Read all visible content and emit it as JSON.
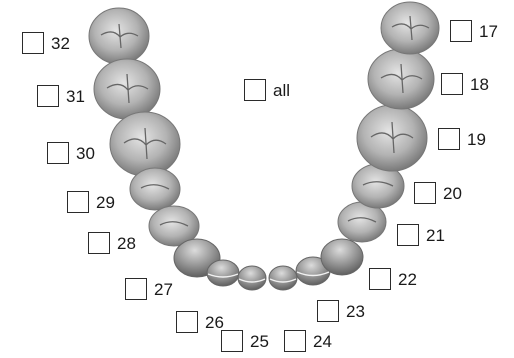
{
  "chart": {
    "all_label": "all",
    "teeth": [
      {
        "num": "32",
        "checked": false
      },
      {
        "num": "31",
        "checked": false
      },
      {
        "num": "30",
        "checked": false
      },
      {
        "num": "29",
        "checked": false
      },
      {
        "num": "28",
        "checked": false
      },
      {
        "num": "27",
        "checked": false
      },
      {
        "num": "26",
        "checked": false
      },
      {
        "num": "25",
        "checked": false
      },
      {
        "num": "24",
        "checked": false
      },
      {
        "num": "23",
        "checked": false
      },
      {
        "num": "22",
        "checked": false
      },
      {
        "num": "21",
        "checked": false
      },
      {
        "num": "20",
        "checked": false
      },
      {
        "num": "19",
        "checked": false
      },
      {
        "num": "18",
        "checked": false
      },
      {
        "num": "17",
        "checked": false
      }
    ]
  }
}
